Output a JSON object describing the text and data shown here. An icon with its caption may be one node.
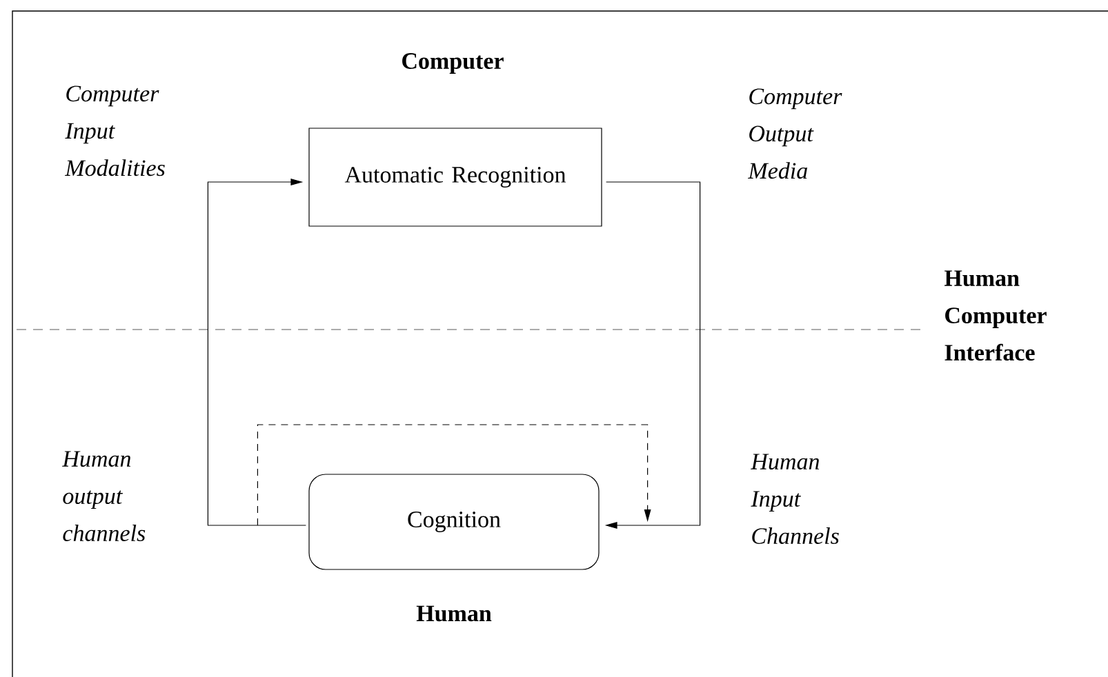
{
  "diagram": {
    "nodes": [
      {
        "text": [
          "Automatic Recognition"
        ]
      },
      {
        "text": [
          "Cognition"
        ]
      }
    ],
    "edges": [
      {
        "from": 1,
        "to": 0,
        "arrow": "to"
      },
      {
        "from": 0,
        "to": 1,
        "arrow": "to"
      },
      {
        "from": 1,
        "to": 1,
        "arrow": "to",
        "style": "dashed"
      }
    ],
    "labels": [
      "Computer",
      "Computer Input Modalities",
      "Computer Output Media",
      "Human Computer Interface",
      "Human output channels",
      "Human Input Channels",
      "Human"
    ]
  }
}
